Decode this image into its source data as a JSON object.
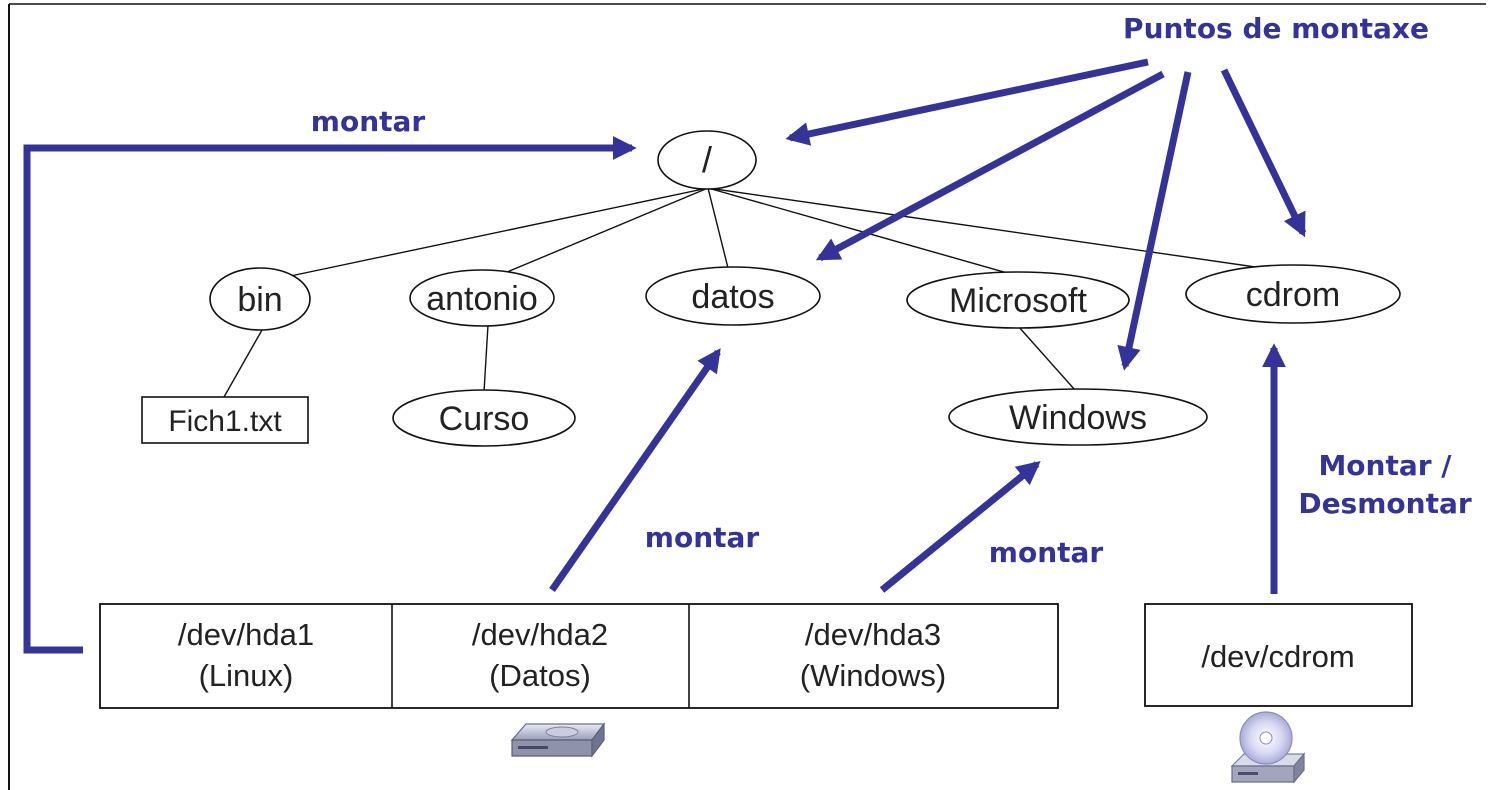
{
  "labels": {
    "mount_points": "Puntos de montaxe",
    "mount_root": "montar",
    "mount_datos": "montar",
    "mount_windows": "montar",
    "mount_unmount_line1": "Montar /",
    "mount_unmount_line2": "Desmontar"
  },
  "tree": {
    "root": "/",
    "bin": "bin",
    "antonio": "antonio",
    "datos": "datos",
    "microsoft": "Microsoft",
    "cdrom": "cdrom",
    "fich1": "Fich1.txt",
    "curso": "Curso",
    "windows": "Windows"
  },
  "partitions": [
    {
      "device": "/dev/hda1",
      "label": "(Linux)"
    },
    {
      "device": "/dev/hda2",
      "label": "(Datos)"
    },
    {
      "device": "/dev/hda3",
      "label": "(Windows)"
    }
  ],
  "cdrom_device": "/dev/cdrom",
  "icons": {
    "hard_disk": "hard-disk-icon",
    "cd_drive": "cd-drive-icon"
  },
  "colors": {
    "arrow": "#33339a",
    "line": "#111111",
    "text": "#222222"
  }
}
